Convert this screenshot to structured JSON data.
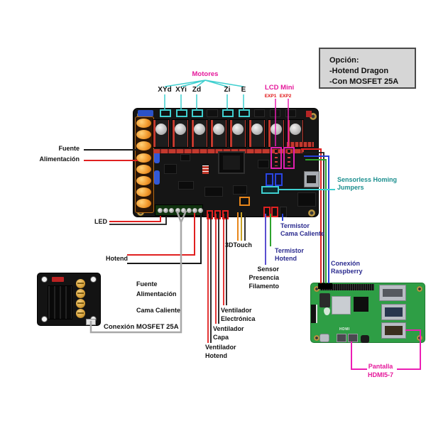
{
  "option_box": {
    "title": "Opción:",
    "line1": "-Hotend Dragon",
    "line2": "-Con MOSFET 25A"
  },
  "motors": {
    "title": "Motores",
    "items": [
      "XYd",
      "XYi",
      "Zd",
      "Zi",
      "E"
    ]
  },
  "lcd": {
    "title": "LCD Mini",
    "exp1": "EXP1",
    "exp2": "EXP2"
  },
  "left_labels": {
    "fuente": "Fuente",
    "alimentacion": "Alimentación",
    "led": "LED",
    "hotend": "Hotend"
  },
  "bottom_labels": {
    "touch": "3DTouch",
    "sensor_line1": "Sensor Presencia",
    "sensor_line2": "Filamento",
    "vent_electronica_1": "Ventilador",
    "vent_electronica_2": "Electrónica",
    "vent_capa_1": "Ventilador",
    "vent_capa_2": "Capa",
    "vent_hotend_1": "Ventilador",
    "vent_hotend_2": "Hotend"
  },
  "right_labels": {
    "sensorless_1": "Sensorless Homing",
    "sensorless_2": "Jumpers",
    "termistor_cama_1": "Termistor",
    "termistor_cama_2": "Cama Caliente",
    "termistor_hotend_1": "Termistor",
    "termistor_hotend_2": "Hotend",
    "conexion_raspberry_1": "Conexión",
    "conexion_raspberry_2": "Raspberry",
    "pantalla_1": "Pantalla",
    "pantalla_2": "HDMI5-7"
  },
  "mosfet_labels": {
    "fuente": "Fuente",
    "alimentacion": "Alimentación",
    "cama_caliente": "Cama Caliente",
    "conexion": "Conexión MOSFET 25A"
  },
  "pi": {
    "hdmi": "HDMI"
  },
  "colors": {
    "cyan_line": "#3fcfcf",
    "magenta": "#e5189b",
    "magenta_line": "#ec1eb4",
    "navy_text": "#2b2b8f",
    "teal_text": "#1c8f8f",
    "red_wire": "#e02020",
    "black_wire": "#1a1a1a",
    "green_wire": "#2ea32e",
    "blue_wire": "#2740d8",
    "purple_wire": "#5a4fd0",
    "orange_wire": "#e8861a",
    "gold_wire": "#c9a227",
    "gray_wire": "#a8a8a8",
    "board": "#151515",
    "pi_green": "#2e9e45",
    "option_bg": "#d6d6d6"
  }
}
